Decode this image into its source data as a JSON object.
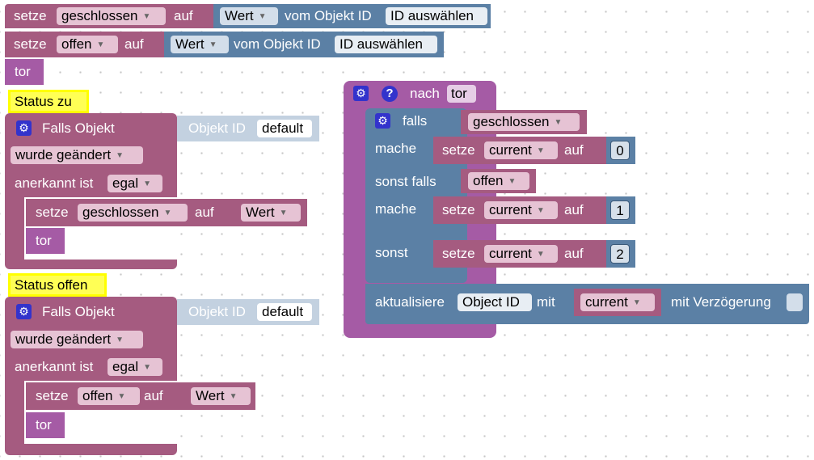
{
  "kw": {
    "setze": "setze",
    "auf": "auf",
    "vom_objekt_id": "vom Objekt ID",
    "tor": "tor",
    "falls_objekt": "Falls Objekt",
    "objekt_id": "Objekt ID",
    "anerkannt_ist": "anerkannt ist",
    "nach": "nach",
    "falls": "falls",
    "mache": "mache",
    "sonst_falls": "sonst falls",
    "sonst": "sonst",
    "aktualisiere": "aktualisiere",
    "mit": "mit",
    "mit_verzoegerung": "mit Verzögerung"
  },
  "dropdowns": {
    "geschlossen": "geschlossen",
    "offen": "offen",
    "wert": "Wert",
    "wurde_geaendert": "wurde geändert",
    "egal": "egal",
    "current": "current",
    "tor": "tor"
  },
  "fields": {
    "id_auswaehlen": "ID auswählen",
    "default": "default",
    "object_id": "Object ID"
  },
  "numbers": {
    "n0": "0",
    "n1": "1",
    "n2": "2"
  },
  "comments": {
    "status_zu": "Status zu",
    "status_offen": "Status offen"
  },
  "icons": {
    "settings": "gear-icon",
    "help": "help-icon",
    "dropdown": "triangle-down-icon"
  },
  "colors": {
    "variable_block": "#a55b80",
    "blue_block": "#5b80a5",
    "procedure_block": "#a55ba5",
    "disabled_block": "#c3d1e0",
    "comment": "#ffff55"
  }
}
